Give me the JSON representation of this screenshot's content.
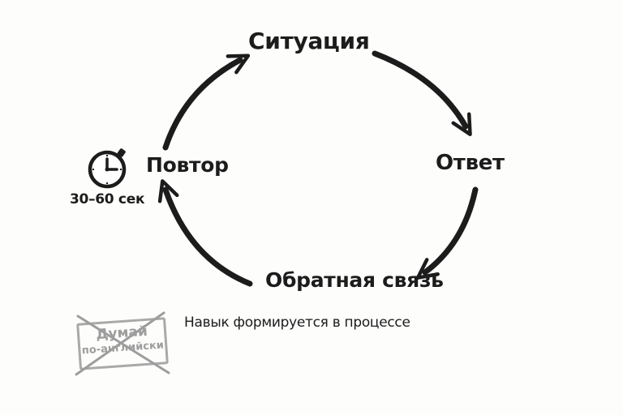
{
  "nodes": {
    "situation": "Ситуация",
    "answer": "Ответ",
    "feedback": "Обратная связь",
    "repeat": "Повтор"
  },
  "timer": {
    "icon": "stopwatch-icon",
    "text": "30–60 сек"
  },
  "stamp": {
    "line1": "Думай",
    "line2": "по-английски",
    "icon": "cross-out-icon"
  },
  "note": "Навык формируется в процессе",
  "colors": {
    "ink": "#1c1c1c",
    "stamp": "#a9a9a9"
  }
}
